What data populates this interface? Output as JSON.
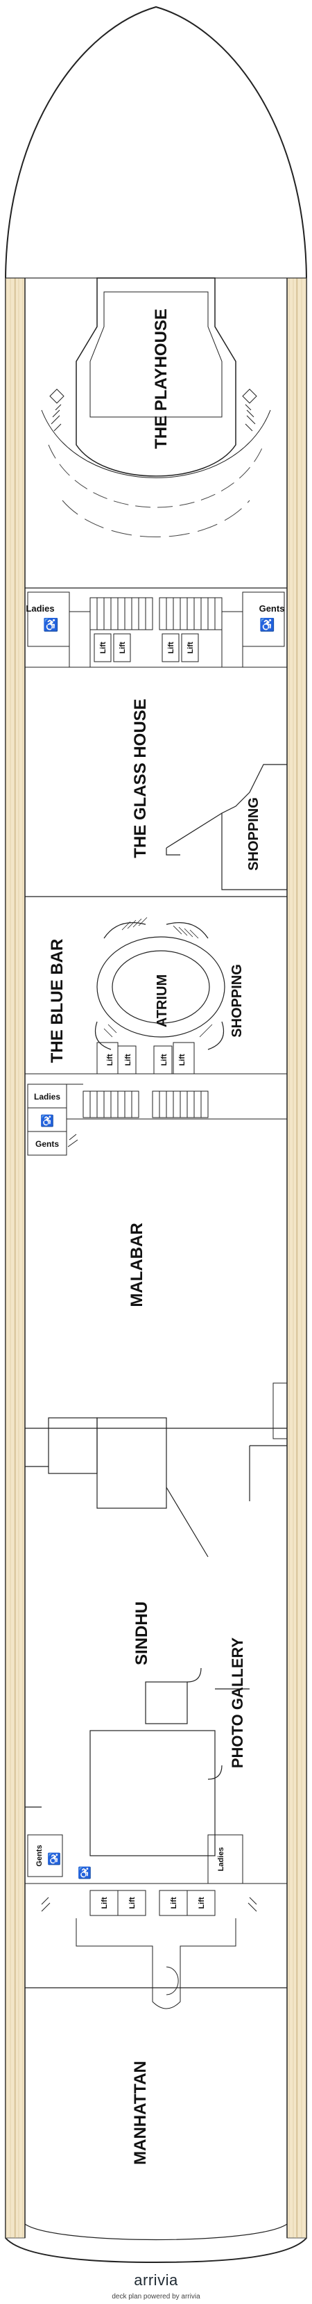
{
  "rooms": {
    "playhouse": "THE PLAYHOUSE",
    "glass_house": "THE GLASS HOUSE",
    "shopping_upper": "SHOPPING",
    "blue_bar": "THE BLUE BAR",
    "atrium": "ATRIUM",
    "shopping_lower": "SHOPPING",
    "malabar": "MALABAR",
    "sindhu": "SINDHU",
    "photo_gallery": "PHOTO GALLERY",
    "manhattan": "MANHATTAN"
  },
  "facilities": {
    "ladies_1": "Ladies",
    "gents_1": "Gents",
    "ladies_2": "Ladies",
    "gents_2": "Gents",
    "ladies_3": "Ladies",
    "gents_3": "Gents",
    "lift": "Lift"
  },
  "footer": {
    "brand": "arrivia",
    "credit": "deck plan powered by arrivia"
  },
  "colors": {
    "wood_deck": "#f3e6c8",
    "wall": "#222222"
  },
  "icons": [
    "accessible-icon",
    "stairs-icon",
    "lift-icon"
  ]
}
